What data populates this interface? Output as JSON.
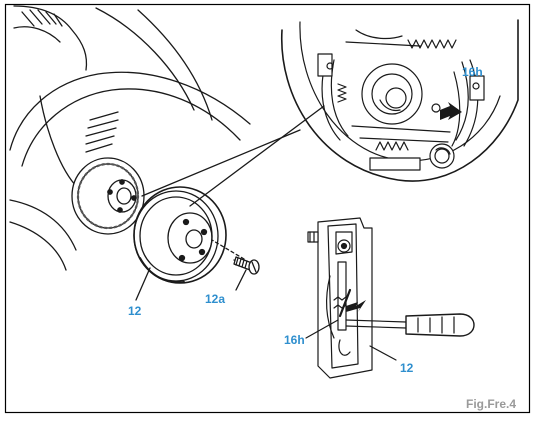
{
  "figure": {
    "reference": "Fig.Fre.4",
    "labels": {
      "drum_main": "12",
      "screw": "12a",
      "spring_inset": "16h",
      "spring_detail": "16h",
      "drum_detail": "12"
    },
    "colors": {
      "line": "#1a1a1a",
      "callout": "#2f8fce",
      "reference": "#9a9a9a",
      "frame": "#000000"
    }
  }
}
